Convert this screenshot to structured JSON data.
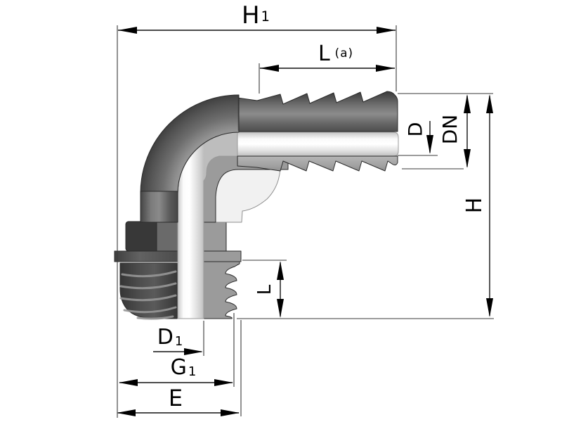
{
  "drawing": {
    "title": "90-degree elbow hose barb fitting, half-section technical drawing",
    "background": "#ffffff",
    "dimension_line_color": "#111111",
    "part_colors": {
      "outer_surface_dark": "#4a4a4a",
      "section_face_gray": "#9b9b9b",
      "bore_highlight": "#ffffff"
    },
    "labels": {
      "h1": {
        "main": "H",
        "sub": "1"
      },
      "la": {
        "main": "L",
        "suffix": "(a)"
      },
      "d": {
        "main": "D"
      },
      "dn": {
        "main": "DN"
      },
      "h": {
        "main": "H"
      },
      "l_thread": {
        "main": "L"
      },
      "d1": {
        "main": "D",
        "sub": "1"
      },
      "g1": {
        "main": "G",
        "sub": "1"
      },
      "e": {
        "main": "E"
      }
    }
  }
}
